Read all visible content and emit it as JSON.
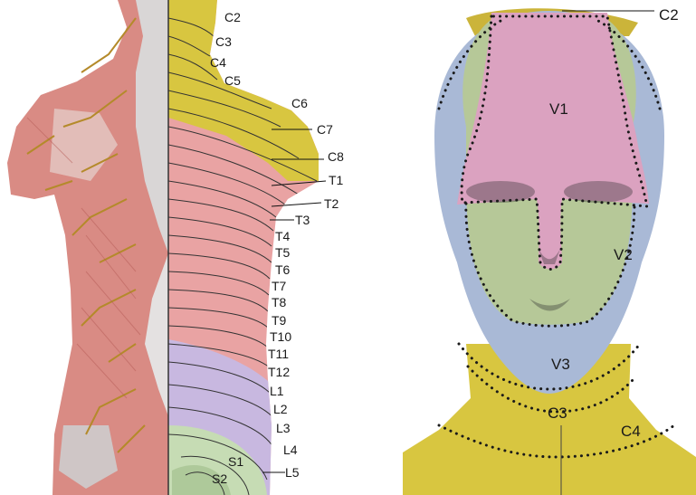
{
  "back_diagram": {
    "labels": [
      "C2",
      "C3",
      "C4",
      "C5",
      "C6",
      "C7",
      "C8",
      "T1",
      "T2",
      "T3",
      "T4",
      "T5",
      "T6",
      "T7",
      "T8",
      "T9",
      "T10",
      "T11",
      "T12",
      "L1",
      "L2",
      "L3",
      "L4",
      "L5",
      "S1",
      "S2"
    ]
  },
  "face_diagram": {
    "labels": [
      "C2",
      "V1",
      "V2",
      "V3",
      "C3",
      "C4"
    ]
  },
  "colors": {
    "cervical_yellow": "#d8c640",
    "thoracic_red": "#e9a3a3",
    "lumbar_purple": "#c8b8e0",
    "sacral_green": "#c6dcb4",
    "v1_pink": "#dba2c0",
    "v2_green": "#b6c898",
    "v3_blue": "#a9b9d6",
    "muscle": "#d98b84",
    "nerve": "#b48a2a"
  }
}
